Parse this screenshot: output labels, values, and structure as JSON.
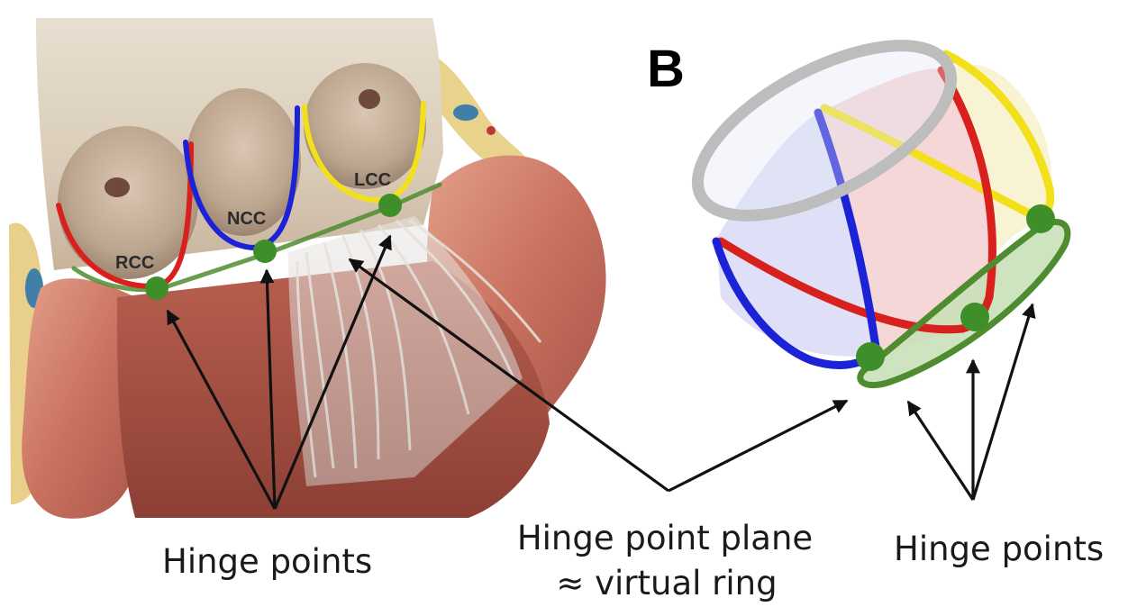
{
  "figure": {
    "panel_letter": "B",
    "cusp_labels": {
      "rcc": "RCC",
      "ncc": "NCC",
      "lcc": "LCC"
    },
    "captions": {
      "left_hinge_points": "Hinge points",
      "plane_line1": "Hinge point plane",
      "plane_line2": "≈ virtual ring",
      "right_hinge_points": "Hinge points"
    },
    "colors": {
      "rcc_cusp": "#d8201c",
      "ncc_cusp": "#1c22d6",
      "lcc_cusp": "#f2e01a",
      "hinge_point": "#3e8f2a",
      "virtual_ring": "#4f8c30",
      "top_ring": "#bdbdbd",
      "arrow": "#111111"
    }
  }
}
